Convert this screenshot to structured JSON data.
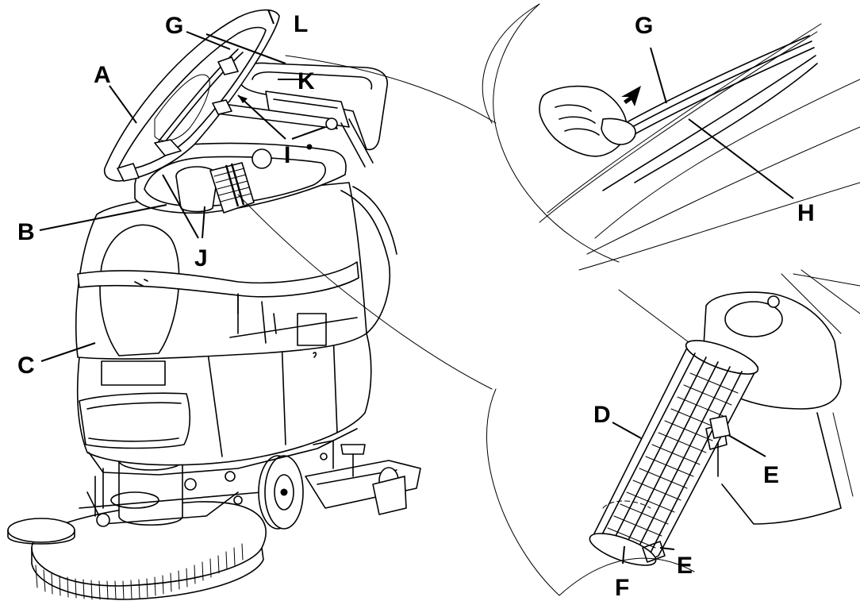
{
  "figure": {
    "labels": {
      "A": "A",
      "B": "B",
      "C": "C",
      "D": "D",
      "E1": "E",
      "E2": "E",
      "F": "F",
      "G1": "G",
      "G2": "G",
      "H": "H",
      "I": "I",
      "J": "J",
      "K": "K",
      "L": "L"
    },
    "colors": {
      "ink": "#000000",
      "paper": "#ffffff"
    }
  }
}
